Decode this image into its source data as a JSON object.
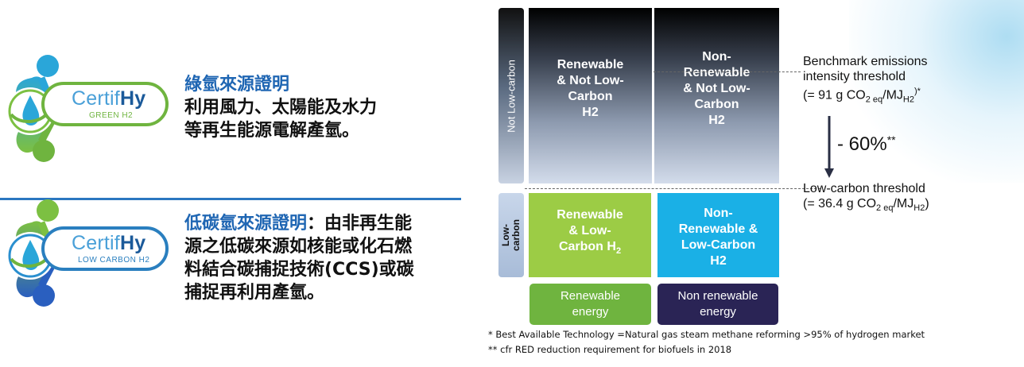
{
  "left": {
    "green": {
      "logo_brand_a": "Certif",
      "logo_brand_b": "Hy",
      "logo_sub": "GREEN H2",
      "title": "綠氫來源證明",
      "line1": "利用風力、太陽能及水力",
      "line2": "等再生能源電解產氫。"
    },
    "low": {
      "logo_brand_a": "Certif",
      "logo_brand_b": "Hy",
      "logo_sub": "LOW CARBON H2",
      "title": "低碳氫來源證明",
      "line1_rest": "：由非再生能",
      "line2": "源之低碳來源如核能或化石燃",
      "line3": "料結合碳捕捉技術(CCS)或碳",
      "line4": "捕捉再利用產氫。"
    }
  },
  "diagram": {
    "row_labels": {
      "top": "Not  Low-carbon",
      "bottom_1": "Low-",
      "bottom_2": "carbon"
    },
    "cells": {
      "top_left": [
        "Renewable",
        "& Not Low-",
        "Carbon",
        "H2"
      ],
      "top_right": [
        "Non-",
        "Renewable",
        "& Not Low-",
        "Carbon",
        "H2"
      ],
      "bottom_left": [
        "Renewable",
        "& Low-",
        "Carbon H"
      ],
      "bottom_left_sub": "2",
      "bottom_right": [
        "Non-",
        "Renewable &",
        "Low-Carbon",
        "H2"
      ]
    },
    "energy": {
      "renewable": [
        "Renewable",
        "energy"
      ],
      "non_renewable": [
        "Non renewable",
        "energy"
      ]
    },
    "benchmark": {
      "line1": "Benchmark emissions",
      "line2": "intensity threshold",
      "value_prefix": "(= 91 g CO",
      "sub1": "2 eq",
      "mid": "/MJ",
      "sub2": "H2",
      "suffix": ")*"
    },
    "reduction": {
      "value": "- 60%",
      "mark": "**"
    },
    "lowcarbon": {
      "line1": "Low-carbon threshold",
      "value_prefix": "(=  36.4 g CO",
      "sub1": "2 eq",
      "mid": "/MJ",
      "sub2": "H2",
      "suffix": ")"
    },
    "colors": {
      "green_cell": "#9ccc45",
      "blue_cell": "#1ab0e6",
      "green_energy": "#6fb43f",
      "dark_energy": "#2a2455"
    }
  },
  "footnotes": {
    "f1": "* Best Available Technology =Natural gas steam methane reforming >95% of hydrogen market",
    "f2": "** cfr RED reduction requirement for biofuels in 2018"
  }
}
